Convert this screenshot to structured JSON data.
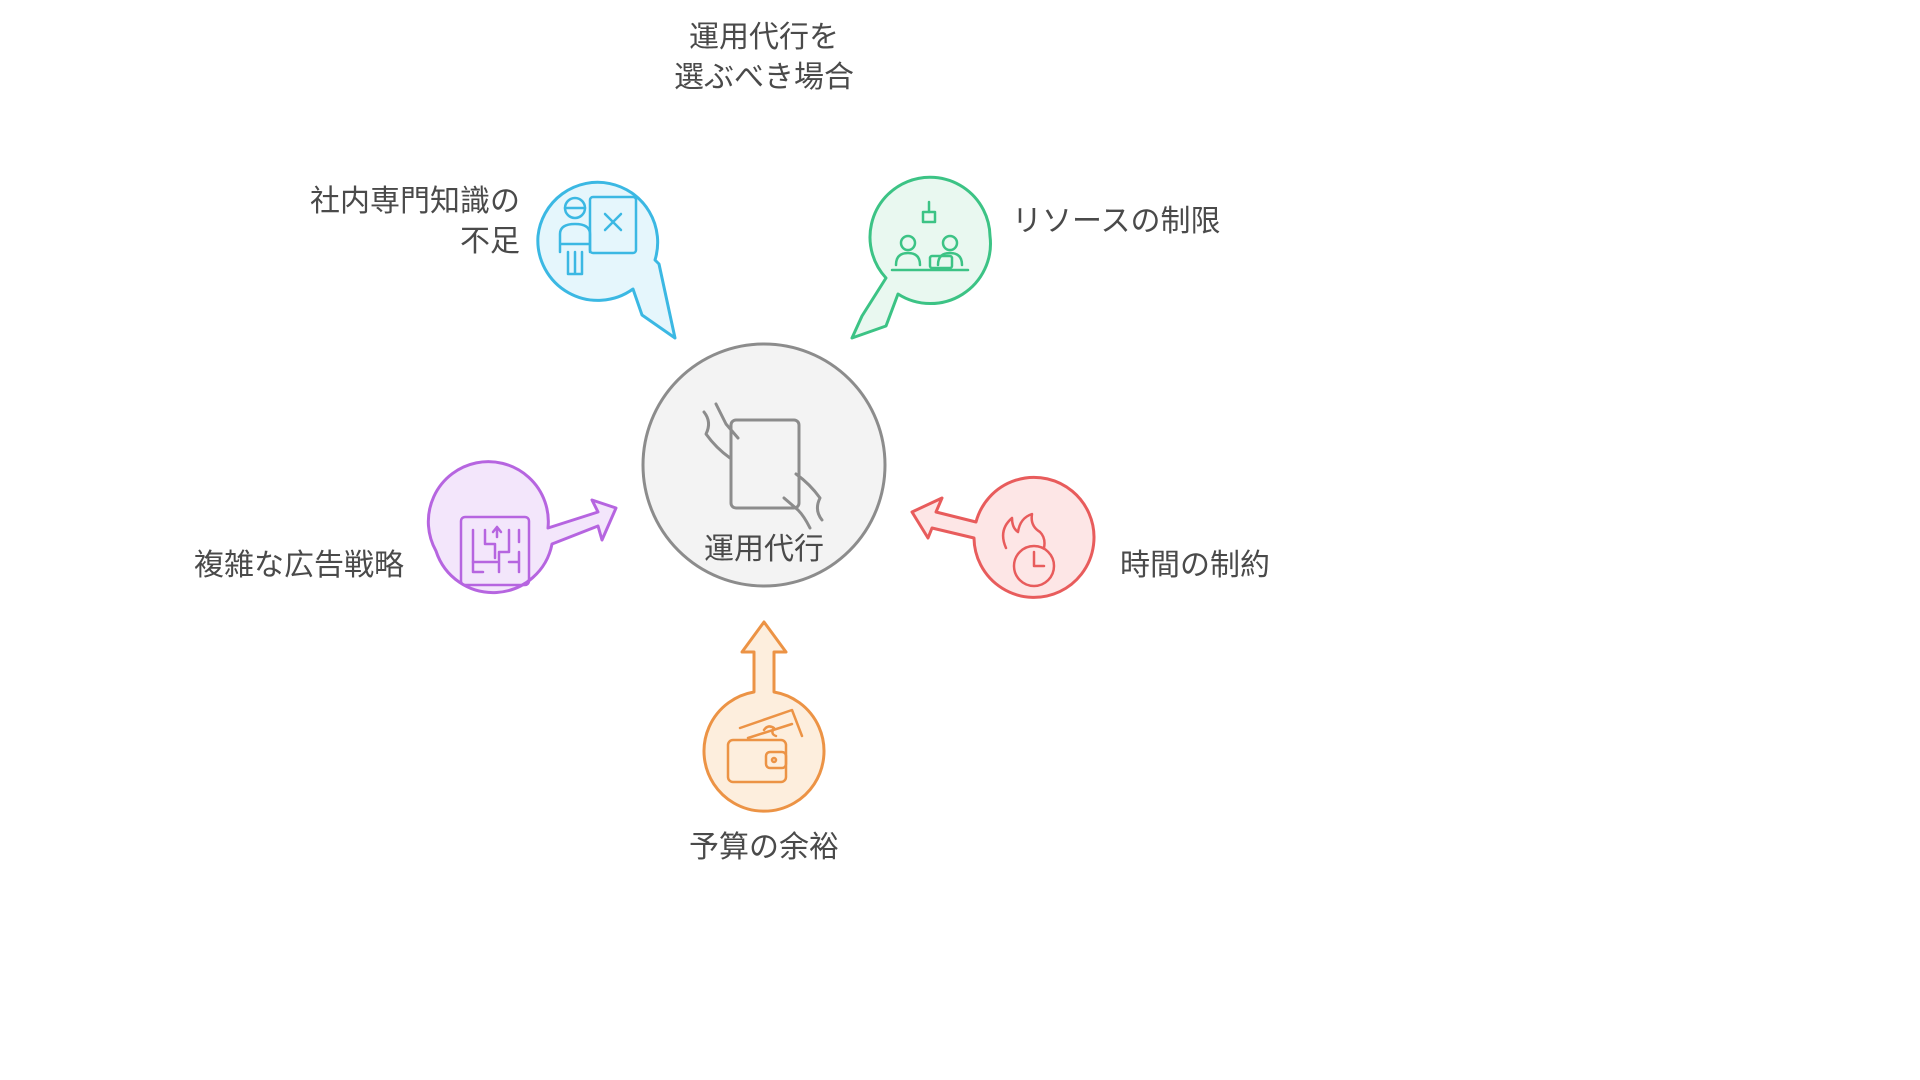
{
  "title": {
    "line1": "運用代行を",
    "line2": "選ぶべき場合"
  },
  "center": {
    "label": "運用代行",
    "icon": "handover-document-icon"
  },
  "factors": [
    {
      "line1": "社内専門知識の",
      "line2": "不足",
      "icon": "teacher-whiteboard-icon",
      "color": "#3bb8e3"
    },
    {
      "line1": "リソースの制限",
      "icon": "team-workspace-icon",
      "color": "#3cc385"
    },
    {
      "line1": "複雑な広告戦略",
      "icon": "maze-icon",
      "color": "#b665e0"
    },
    {
      "line1": "時間の制約",
      "icon": "burning-clock-icon",
      "color": "#e85c5c"
    },
    {
      "line1": "予算の余裕",
      "icon": "wallet-icon",
      "color": "#ec9345"
    }
  ],
  "colors": {
    "center_fill": "#f3f3f3",
    "center_stroke": "#8c8c8c"
  }
}
